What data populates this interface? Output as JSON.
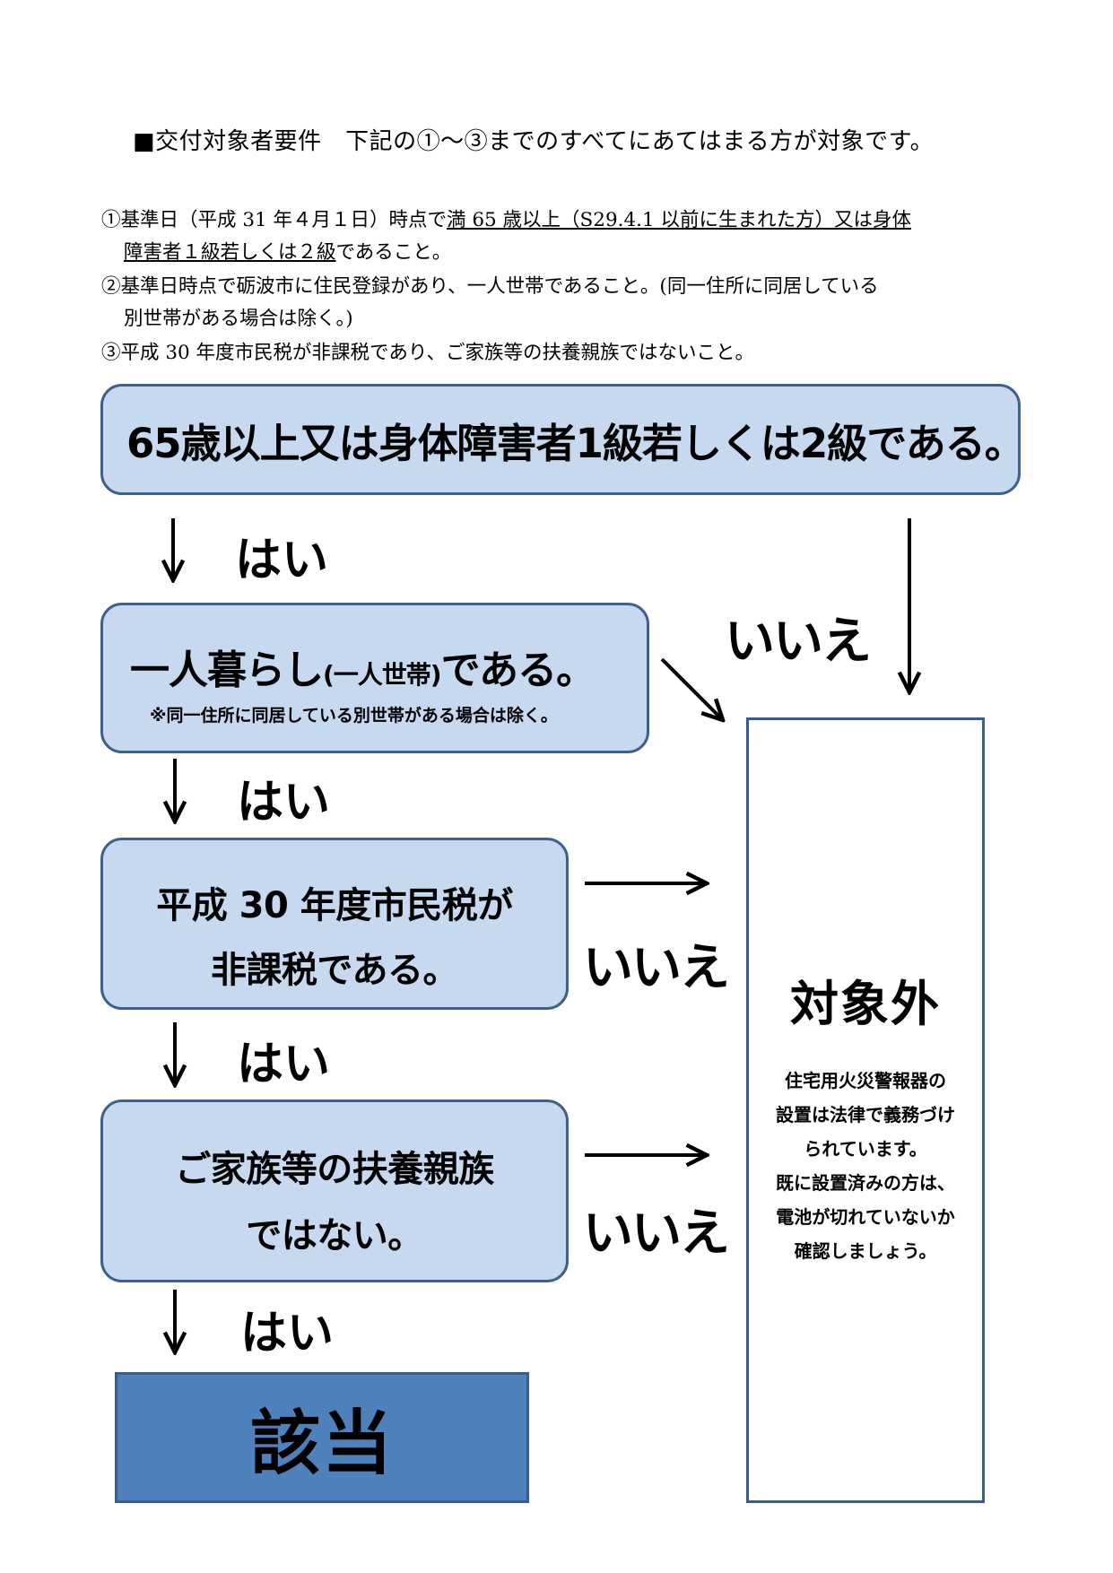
{
  "header": "■交付対象者要件　下記の①～③までのすべてにあてはまる方が対象です。",
  "requirements": {
    "r1_a": "①基準日（平成 31 年４月１日）時点で",
    "r1_b": "満 65 歳以上（S29.4.1 以前に生まれた方）又は身体",
    "r1_c": "障害者１級若しくは２級",
    "r1_d": "であること。",
    "r2_a": "②基準日時点で砺波市に住民登録があり、一人世帯であること。(同一住所に同居している",
    "r2_b": "別世帯がある場合は除く。)",
    "r3": "③平成 30 年度市民税が非課税であり、ご家族等の扶養親族ではないこと。"
  },
  "flow": {
    "q1": "65歳以上又は身体障害者1級若しくは2級である。",
    "q2_main_a": "一人暮らし",
    "q2_main_b": "(一人世帯)",
    "q2_main_c": "である。",
    "q2_note": "※同一住所に同居している別世帯がある場合は除く。",
    "q3_line1": "平成 30 年度市民税が",
    "q3_line2": "非課税である。",
    "q4_line1": "ご家族等の扶養親族",
    "q4_line2": "ではない。",
    "yes": "はい",
    "no": "いいえ",
    "result_eligible": "該当",
    "result_excluded": "対象外",
    "excluded_note": [
      "住宅用火災警報器の",
      "設置は法律で義務づけ",
      "られています。",
      "既に設置済みの方は、",
      "電池が切れていないか",
      "確認しましょう。"
    ]
  }
}
